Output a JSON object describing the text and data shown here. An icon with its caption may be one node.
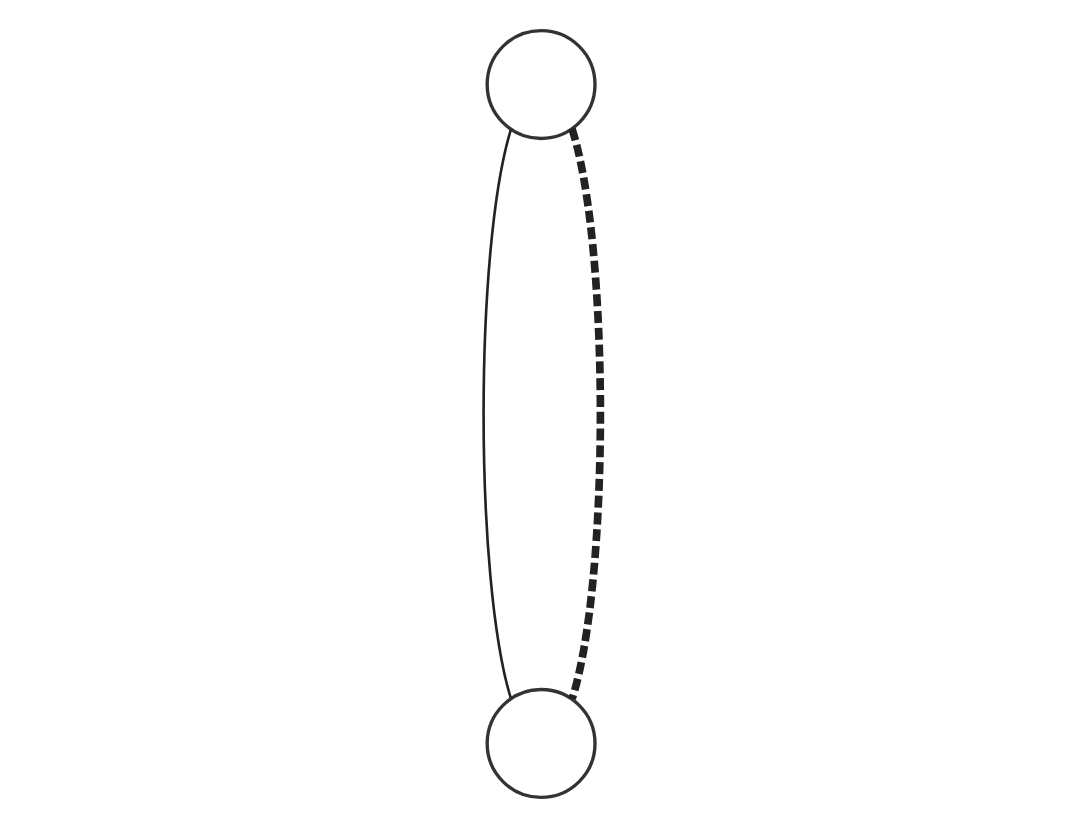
{
  "diagram": {
    "nodes": [
      {
        "text": [],
        "shape": "circle"
      },
      {
        "text": [],
        "shape": "circle"
      }
    ],
    "edges": [
      {
        "from": 0,
        "to": 1,
        "arrow": "none"
      },
      {
        "from": 0,
        "to": 1,
        "arrow": "none",
        "style": "dashed"
      }
    ]
  }
}
